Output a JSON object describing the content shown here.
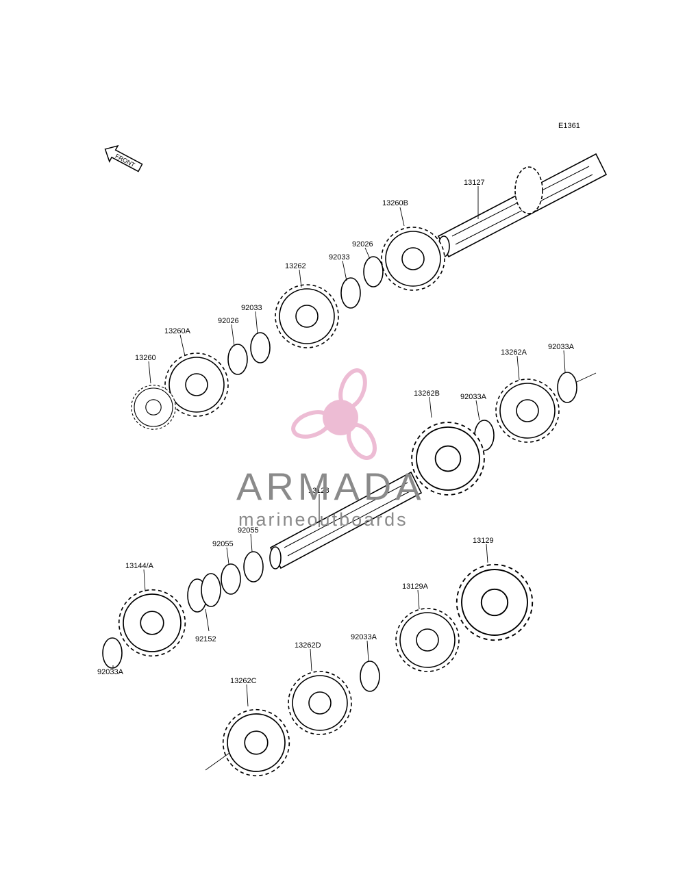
{
  "diagram_code": "E1361",
  "front_arrow_label": "FRONT",
  "parts": {
    "p13127": "13127",
    "p13260B": "13260B",
    "p92026_top": "92026",
    "p92033_top": "92033",
    "p13262": "13262",
    "p92033_mid": "92033",
    "p92026_mid": "92026",
    "p13260A": "13260A",
    "p13260": "13260",
    "p13262A": "13262A",
    "p92033A_right": "92033A",
    "p92033A_mid": "92033A",
    "p13262B": "13262B",
    "p13128": "13128",
    "p92055_a": "92055",
    "p92055_b": "92055",
    "p13144A": "13144/A",
    "p92152": "92152",
    "p92033A_left": "92033A",
    "p13129": "13129",
    "p13129A": "13129A",
    "p92033A_low": "92033A",
    "p13262D": "13262D",
    "p13262C": "13262C"
  },
  "watermark": {
    "brand": "ARMADA",
    "tagline": "marineoutboards",
    "logo_color": "#e7a6c6"
  }
}
